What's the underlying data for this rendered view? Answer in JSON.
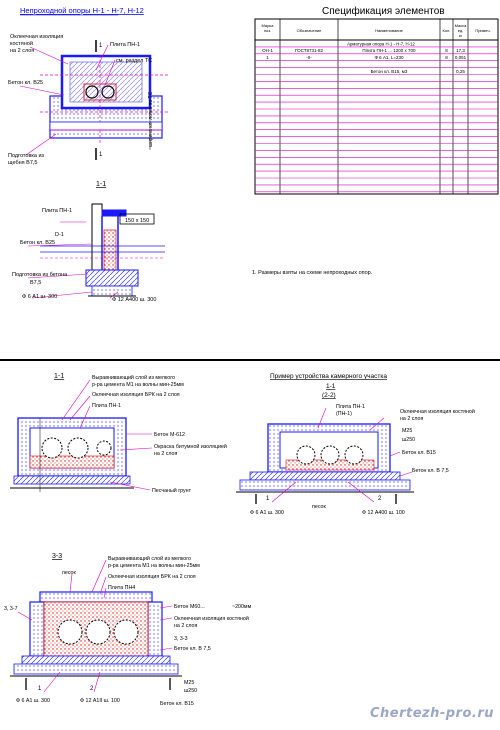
{
  "top_sheet": {
    "title": "Непроходной опоры Н-1 - Н-7, Н-12",
    "plan_labels": {
      "insulation": "Оклеечная изоляция",
      "insulation2": "костяной",
      "insulation3": "на 2 слоя",
      "plate": "Плита ПН-1",
      "concrete": "Бетон кл. В25",
      "embedded": "см. раздел ТС",
      "soil": "Подготовка из",
      "soil2": "щебня В7,5",
      "dim_right": "ширина кл. лотка по ТС",
      "mark_1a": "1",
      "mark_1b": "1"
    },
    "section_title": "1-1",
    "section_labels": {
      "plate": "Плита ПН-1",
      "size": "150 x 150",
      "d1": "D-1",
      "concrete": "Бетон кл. В25",
      "prep": "Подготовка из бетона",
      "prep2": "В7,5",
      "rebar1": "Ф 6 А1 ш. 300",
      "rebar2": "Ф 12 А400 ш. 300"
    }
  },
  "spec": {
    "title": "Спецификация элементов",
    "headers": [
      "Марка поз.",
      "Обозначение",
      "Наименование",
      "Кол.",
      "Масса ед. кг",
      "Примеч."
    ],
    "group_title": "Арматурная опора Н-1 - Н-7, Н-12",
    "rows": [
      {
        "mark": "ОН-1",
        "doc": "ГОСТ8731-82",
        "name": "Плита ПН-1 ... 1200 x 700",
        "qty": "8",
        "mass": "17,3"
      },
      {
        "mark": "1",
        "doc": "-II-",
        "name": "Ф 6 А1, L=230",
        "qty": "8",
        "mass": "0,051"
      },
      {
        "mark": "",
        "doc": "",
        "name": "Бетон кл. В15, м3",
        "qty": "",
        "mass": "0,25"
      }
    ]
  },
  "note": "1. Размеры взяты на схеме непроходных опор.",
  "bottom_sheet": {
    "left_title": "1-1",
    "left_labels": {
      "cover1": "Выравнивающий слой из мелкого",
      "cover2": "р-ра цемента М1 на волны мин-25мм",
      "ins": "Оклеечная изоляция БРК на 2 слоя",
      "plate": "Плита ПН-1",
      "concrete": "Бетон М-612",
      "ins2": "Окраска битумной изоляцией",
      "ins2b": "на 2 слоя",
      "soil": "Песчаный грунт"
    },
    "right_title": "Пример устройства камерного участка",
    "right_sub1": "1-1",
    "right_sub2": "(2-2)",
    "right_labels": {
      "plate": "Плита ПН-1",
      "plate2": "(ПН-1)",
      "ins": "Оклеечная изоляция костяной",
      "ins2": "на 2 слоя",
      "m25": "М25",
      "w250": "ш250",
      "concrete": "Бетон кл. В15",
      "concrete2": "Бетон кл. В 7,5",
      "pesok": "песок",
      "rebar1": "Ф 6 А1 ш. 300",
      "rebar2": "Ф 12 А400 ш. 100",
      "n1": "1",
      "n2": "2"
    },
    "third_title": "3-3",
    "third_labels": {
      "pesok": "песок",
      "cover1": "Выравнивающий слой из мелкого",
      "cover2": "р-ра цемента М1 на волны мин-25мм",
      "ins": "Оклеечная изоляция БРК на 2 слоя",
      "plate": "Плита ПН4",
      "side": "3, 3-7",
      "concrete": "Бетон М60...",
      "c200": "~200мм",
      "ins2": "Оклеечная изоляция костяной",
      "ins2b": "на 2 слоя",
      "side2": "3, 3-3",
      "concrete2": "Бетон кл. В 7,5",
      "m25": "М25",
      "w250": "ш250",
      "concrete3": "Бетон кл. В15",
      "rebar1": "Ф 6 А1 ш. 300",
      "rebar2": "Ф 12 А1II ш. 100",
      "n1": "1",
      "n2": "2"
    }
  },
  "watermark": "Chertezh-pro.ru",
  "colors": {
    "blue": "#1a1aff",
    "magenta": "#e000c8",
    "red": "#e01010",
    "black": "#000000",
    "hatch": "#f08080"
  }
}
